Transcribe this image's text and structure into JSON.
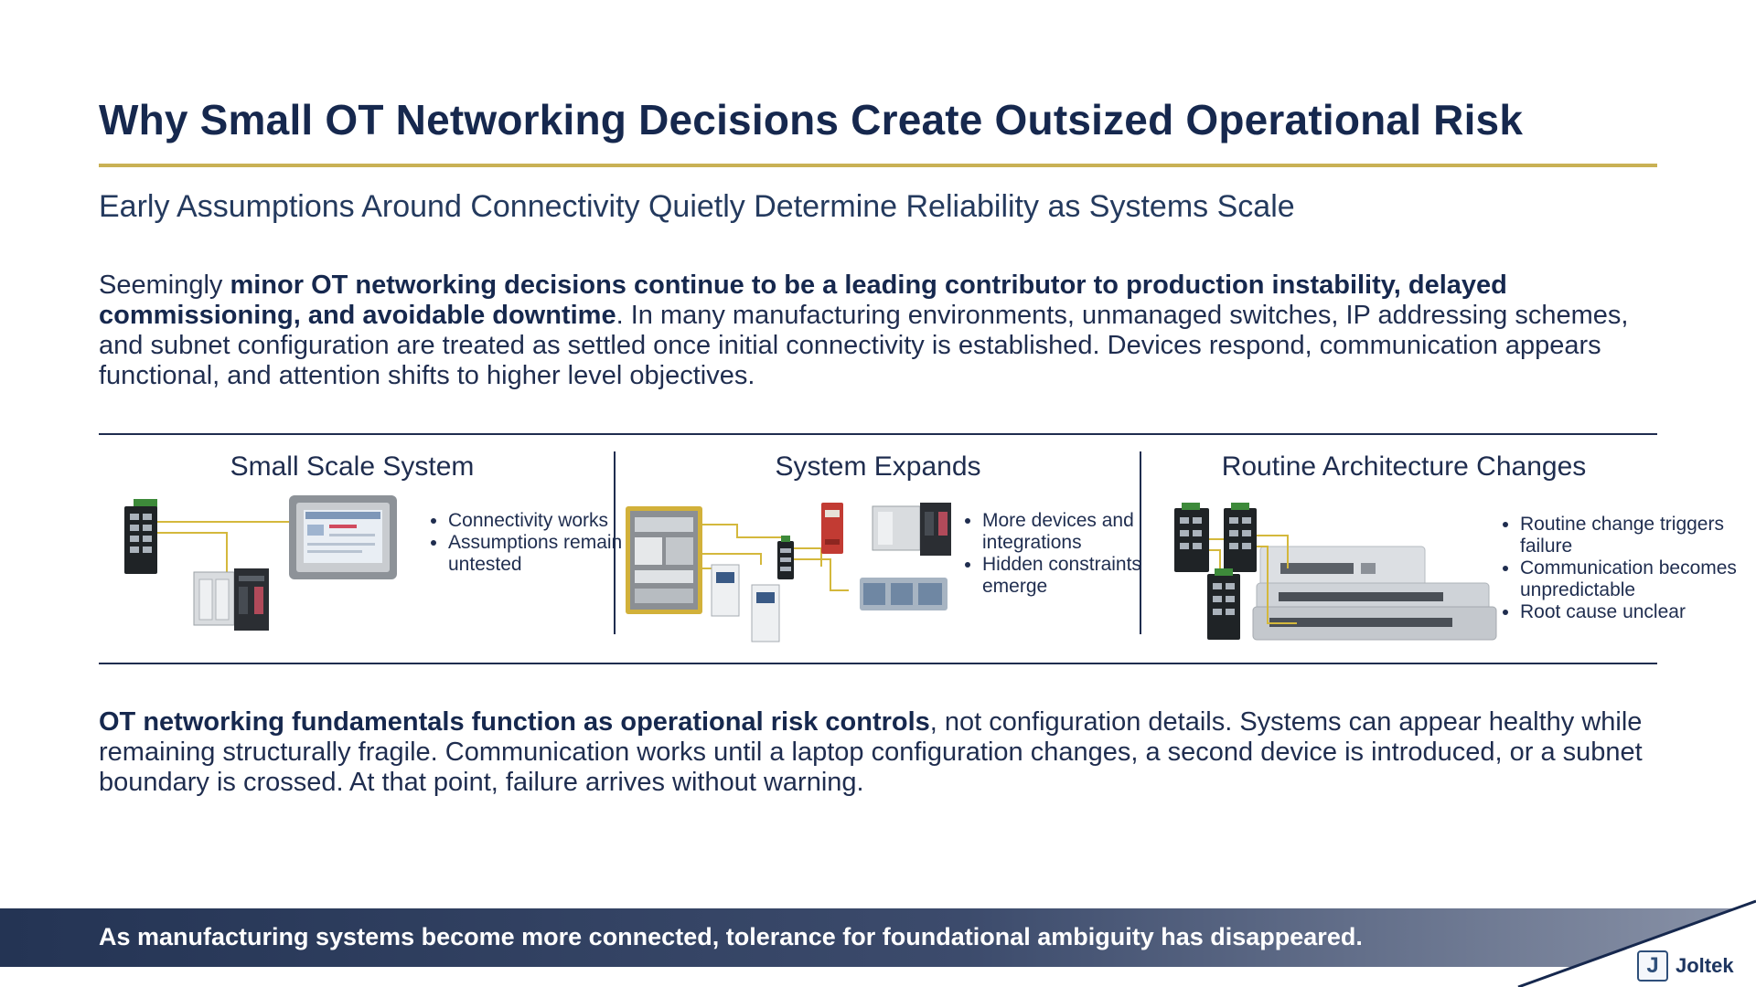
{
  "slide": {
    "title": "Why Small OT Networking Decisions Create Outsized Operational Risk",
    "subtitle": "Early Assumptions Around Connectivity Quietly Determine Reliability as Systems Scale"
  },
  "intro": {
    "lead": "Seemingly ",
    "bold": "minor OT networking decisions continue to be a leading contributor to production instability, delayed commissioning, and avoidable downtime",
    "rest": ". In many manufacturing environments, unmanaged switches, IP addressing schemes, and subnet configuration are treated as settled once initial connectivity is established. Devices respond, communication appears functional, and attention shifts to higher level objectives."
  },
  "panels": [
    {
      "title": "Small Scale System",
      "bullets": [
        "Connectivity works",
        "Assumptions remain untested"
      ]
    },
    {
      "title": "System Expands",
      "bullets": [
        "More devices and integrations",
        "Hidden constraints emerge"
      ]
    },
    {
      "title": "Routine Architecture Changes",
      "bullets": [
        "Routine change triggers failure",
        "Communication becomes unpredictable",
        "Root cause unclear"
      ]
    }
  ],
  "conclusion": {
    "bold": "OT networking fundamentals function as operational risk controls",
    "rest": ", not configuration details. Systems can appear healthy while remaining structurally fragile. Communication works until a laptop configuration changes, a second device is introduced, or a subnet boundary is crossed. At that point, failure arrives without warning."
  },
  "footer": {
    "banner": "As manufacturing systems become more connected, tolerance for foundational ambiguity has disappeared."
  },
  "brand": {
    "name": "Joltek",
    "mark": "J"
  },
  "colors": {
    "navy": "#16284e",
    "gold": "#c9b154",
    "wire": "#d4b83c",
    "text": "#1f2d4f"
  },
  "icons": [
    "switch-icon",
    "plc-icon",
    "hmi-panel-icon",
    "control-cabinet-icon",
    "drive-icon",
    "relay-icon",
    "rack-switch-icon",
    "logo-icon"
  ]
}
